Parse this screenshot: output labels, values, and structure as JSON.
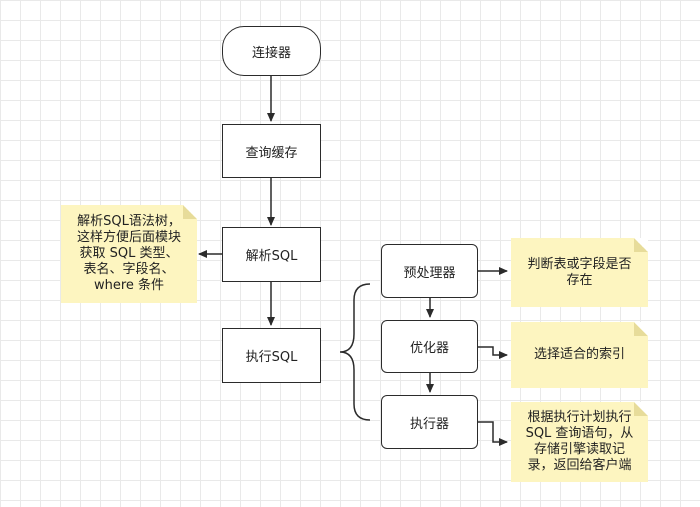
{
  "nodes": {
    "connector": "连接器",
    "query_cache": "查询缓存",
    "parse_sql": "解析SQL",
    "execute_sql": "执行SQL",
    "preprocessor": "预处理器",
    "optimizer": "优化器",
    "executor": "执行器"
  },
  "notes": {
    "parse_note": "解析SQL语法树，\n这样方便后面模块\n获取 SQL 类型、\n表名、字段名、\nwhere 条件",
    "preprocessor_note": "判断表或字段是否\n存在",
    "optimizer_note": "选择适合的索引",
    "executor_note": "根据执行计划执行\nSQL 查询语句，从\n存储引擎读取记\n录，返回给客户端"
  },
  "colors": {
    "note_fill": "#fdf5c0",
    "stroke": "#2b2b2b",
    "grid": "#e9e9e9"
  }
}
